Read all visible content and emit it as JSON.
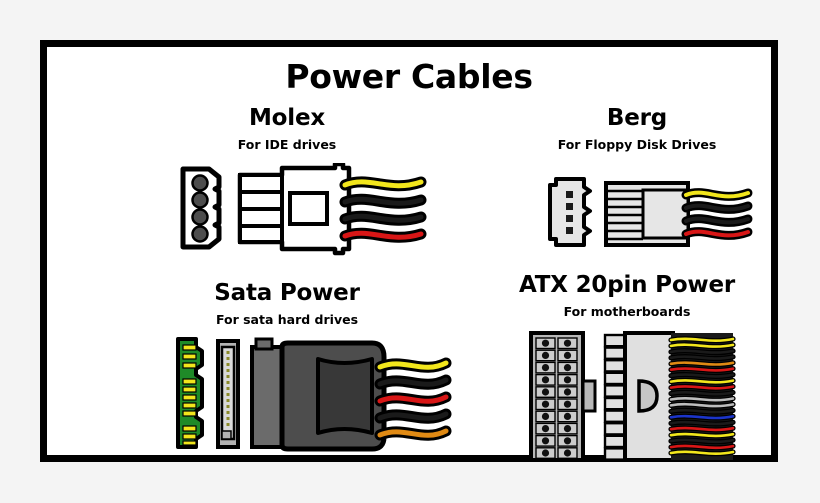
{
  "poster": {
    "title": "Power Cables",
    "frame_color": "#000000",
    "background_color": "#ffffff",
    "page_background": "#f4f4f4"
  },
  "sections": [
    {
      "id": "molex",
      "title": "Molex",
      "subtitle": "For IDE drives",
      "connector": {
        "socket_type": "4-pin-round-socket",
        "socket_pins": 4,
        "plug_type": "molex-male-plug",
        "plug_color": "#ffffff",
        "wire_count": 4,
        "wire_colors": [
          "#f2e61c",
          "#1a1a1a",
          "#1a1a1a",
          "#d81616"
        ]
      }
    },
    {
      "id": "berg",
      "title": "Berg",
      "subtitle": "For Floppy Disk Drives",
      "connector": {
        "socket_type": "4-pin-square-socket",
        "socket_pins": 4,
        "plug_type": "berg-plug",
        "plug_color": "#e6e6e6",
        "wire_count": 4,
        "wire_colors": [
          "#f2e61c",
          "#1a1a1a",
          "#1a1a1a",
          "#d81616"
        ]
      }
    },
    {
      "id": "sata-power",
      "title": "Sata Power",
      "subtitle": "For sata hard drives",
      "connector": {
        "socket_type": "sata-pcb-edge",
        "pcb_color": "#1f8a28",
        "contact_color": "#f2e61c",
        "contact_groups": [
          3,
          5,
          3
        ],
        "receptacle_color": "#b3b3b3",
        "plug_type": "sata-power-plug",
        "plug_color": "#4d4d4d",
        "plug_body_color": "#383838",
        "wire_count": 5,
        "wire_colors": [
          "#f2e61c",
          "#1a1a1a",
          "#d81616",
          "#1a1a1a",
          "#e08a14"
        ]
      }
    },
    {
      "id": "atx-20pin",
      "title": "ATX 20pin Power",
      "subtitle": "For motherboards",
      "connector": {
        "socket_type": "atx-20pin-socket",
        "socket_rows": 10,
        "socket_cols": 2,
        "socket_pins": 20,
        "plug_type": "atx-plug",
        "plug_color": "#e0e0e0",
        "plug_ribs": 10,
        "wire_count": 20,
        "wire_colors": [
          "#f2e61c",
          "#f2e61c",
          "#1a1a1a",
          "#1a1a1a",
          "#e08a14",
          "#d81616",
          "#1a1a1a",
          "#f2e61c",
          "#d81616",
          "#1a1a1a",
          "#bdbdbd",
          "#bdbdbd",
          "#1a1a1a",
          "#1b34c9",
          "#1a1a1a",
          "#d81616",
          "#f2e61c",
          "#1a1a1a",
          "#d81616",
          "#f2e61c"
        ]
      }
    }
  ]
}
